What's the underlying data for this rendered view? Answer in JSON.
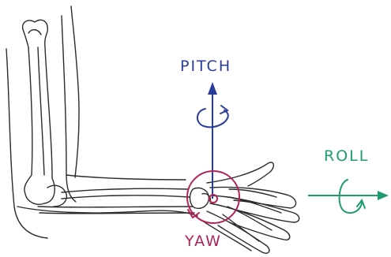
{
  "labels": {
    "pitch": "PITCH",
    "roll": "ROLL",
    "yaw": "YAW"
  },
  "colors": {
    "pitch": "#2a3c9a",
    "roll": "#1f9b72",
    "yaw": "#b0245a",
    "sketch": "#2b2b2b"
  }
}
